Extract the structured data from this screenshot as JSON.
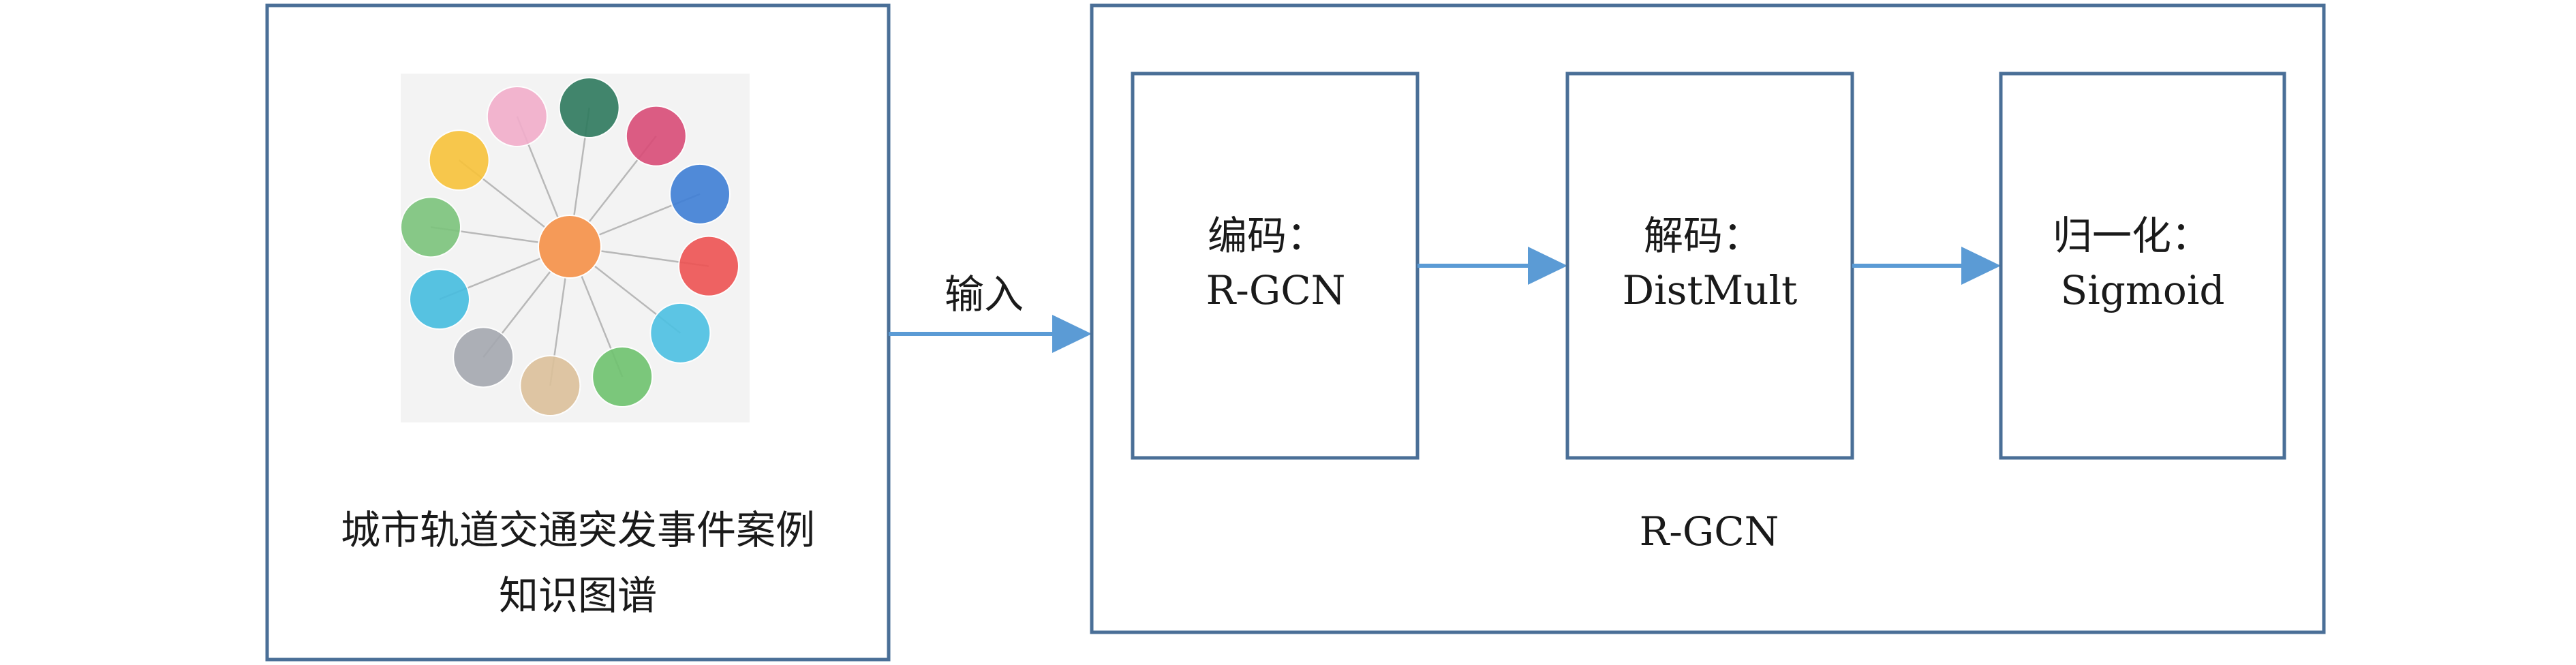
{
  "colors": {
    "box_stroke": "#4a6f97",
    "arrow": "#5b9bd5",
    "graph_center": "#f59a58",
    "graph_edge": "#b8b8b8"
  },
  "kg_panel": {
    "caption_line1": "城市轨道交通突发事件案例",
    "caption_line2": "知识图谱",
    "graph": {
      "center": {
        "label": "",
        "color": "#f59a58"
      },
      "nodes": [
        {
          "label": "",
          "color": "#f2aecb"
        },
        {
          "label": "",
          "color": "#2e7a5e"
        },
        {
          "label": "",
          "color": "#d94c77"
        },
        {
          "label": "",
          "color": "#3f7fd6"
        },
        {
          "label": "",
          "color": "#ee5353"
        },
        {
          "label": "",
          "color": "#4cc1e3"
        },
        {
          "label": "",
          "color": "#6fc36f"
        },
        {
          "label": "",
          "color": "#dcc19b"
        },
        {
          "label": "",
          "color": "#a5a8b0"
        },
        {
          "label": "",
          "color": "#46bde0"
        },
        {
          "label": "",
          "color": "#7cc47c"
        },
        {
          "label": "",
          "color": "#f8c33a"
        }
      ]
    }
  },
  "input_arrow": {
    "label": "输入"
  },
  "rgcn_panel": {
    "title": "R-GCN",
    "stages": [
      {
        "line1": "编码：",
        "line2": "R-GCN"
      },
      {
        "line1": "解码：",
        "line2": "DistMult"
      },
      {
        "line1": "归一化：",
        "line2": "Sigmoid"
      }
    ]
  }
}
